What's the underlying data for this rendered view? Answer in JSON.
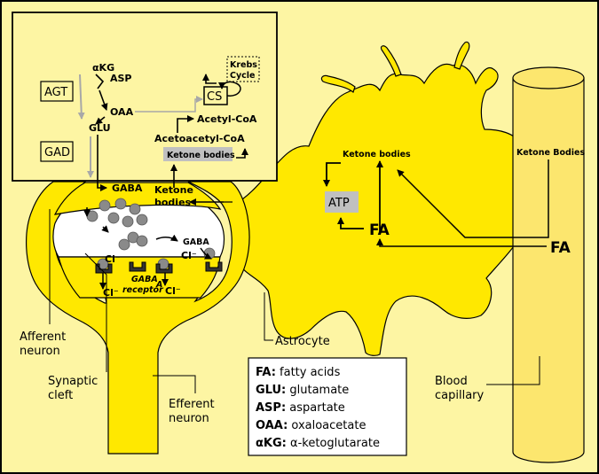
{
  "presynaptic": {
    "agt": "AGT",
    "gad": "GAD",
    "akg": "αKG",
    "asp": "ASP",
    "oaa": "OAA",
    "glu": "GLU",
    "gaba": "GABA",
    "cs": "CS",
    "krebs_line1": "Krebs",
    "krebs_line2": "Cycle",
    "acetyl_coa": "Acetyl-CoA",
    "acetoacetyl_coa": "Acetoacetyl-CoA",
    "ketone_bodies_box": "Ketone bodies",
    "ketone_line1": "Ketone",
    "ketone_line2": "bodies"
  },
  "cleft": {
    "gaba": "GABA",
    "cl_1": "Cl⁻",
    "cl_2": "Cl⁻",
    "cl_3": "Cl⁻",
    "cl_4": "Cl⁻",
    "gaba_a": "GABA",
    "receptor_sub": "A",
    "receptor": "receptor"
  },
  "astrocyte_parts": {
    "ketone_bodies": "Ketone bodies",
    "atp": "ATP",
    "fa": "FA"
  },
  "capillary_parts": {
    "ketone_bodies": "Ketone Bodies",
    "fa": "FA"
  },
  "labels": {
    "afferent_1": "Afferent",
    "afferent_2": "neuron",
    "synaptic_1": "Synaptic",
    "synaptic_2": "cleft",
    "efferent_1": "Efferent",
    "efferent_2": "neuron",
    "astrocyte": "Astrocyte",
    "blood_1": "Blood",
    "blood_2": "capillary"
  },
  "legend": [
    {
      "abbr": "FA:",
      "text": " fatty acids"
    },
    {
      "abbr": "GLU:",
      "text": " glutamate"
    },
    {
      "abbr": "ASP:",
      "text": " aspartate"
    },
    {
      "abbr": "OAA:",
      "text": " oxaloacetate"
    },
    {
      "abbr": "αKG:",
      "text": " α-ketoglutarate"
    }
  ],
  "colors": {
    "background": "#fdf5a3",
    "cell_fill": "#ffe800",
    "capillary_fill": "#fce66e",
    "vesicle": "#8a8a8a",
    "box_gray": "#c0c0c0",
    "arrow_gray": "#a8a8a8"
  }
}
